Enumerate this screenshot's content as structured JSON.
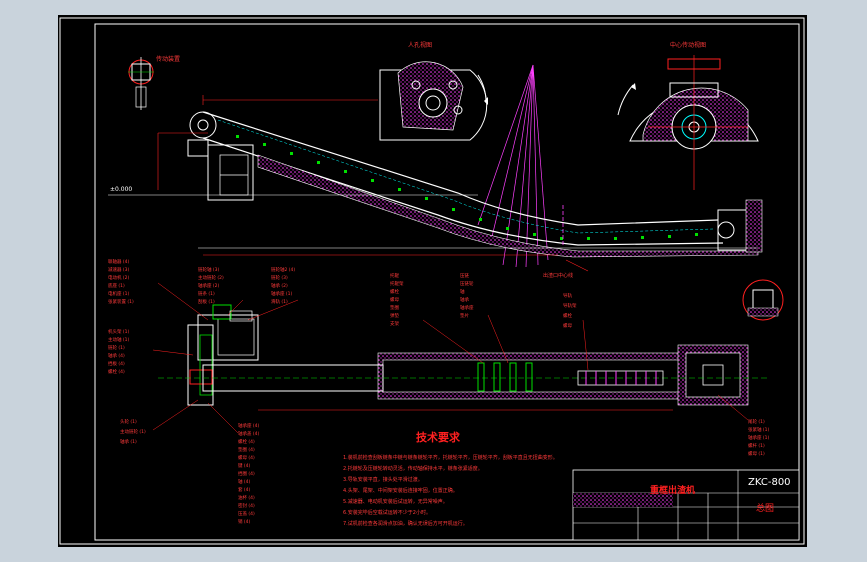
{
  "drawing": {
    "title_block": {
      "code": "ZKC-800",
      "name": "重框出渣机",
      "sheet": "总图"
    },
    "tech_requirements": {
      "heading": "技术要求",
      "items": [
        "1.装机前检查刮板链条中链与链条链轮平齐，托链轮平齐，压链轮平齐，刮板平直且无扭曲变形。",
        "2.托链轮及压链轮转动灵活，传动轴保持水平，链条张紧适度。",
        "3.导轨安装平直，接头处平滑过渡。",
        "4.头架、尾架、中间架安装后连接牢固，位置正确。",
        "5.减速器、电动机安装后试运转，无异常噪声。",
        "6.安装完毕后空载试运转不少于2小时。",
        "7.试机前检查各润滑点加油，确认无误后方可开机运行。"
      ]
    },
    "view_labels": {
      "left_detail": "人孔视图",
      "right_detail": "中心传动视图",
      "small_top_left": "传动装置"
    },
    "dimensions": {
      "elevation": "±0.000",
      "note_bottom": "出渣口中心线"
    },
    "parts_upper_left": [
      "联轴器 (4)",
      "减速器 (3)",
      "电动机 (2)",
      "底座 (1)",
      "电机座 (1)",
      "张紧装置 (1)"
    ],
    "parts_upper_mid": [
      "链轮轴 (3)",
      "主动链轮 (2)",
      "轴承座 (2)",
      "链条 (1)",
      "刮板 (1)"
    ],
    "parts_upper_right": [
      "链轮轴2 (4)",
      "链轮 (3)",
      "轴承 (2)",
      "轴承座 (1)",
      "滑轨 (1)"
    ],
    "parts_left_mid": [
      "机头架 (1)",
      "主动轴 (1)",
      "链轮 (1)",
      "轴承 (4)",
      "挡板 (4)",
      "螺栓 (4)"
    ],
    "parts_left_low": [
      "头轮 (1)",
      "主动链轮 (1)",
      "轴承 (1)"
    ],
    "parts_bottom_mid": [
      "轴承座 (4)",
      "轴承盖 (4)",
      "螺栓 (4)",
      "垫圈 (4)",
      "螺母 (4)",
      "键 (4)",
      "挡圈 (4)",
      "轴 (4)",
      "套 (4)",
      "油杯 (4)",
      "密封 (4)",
      "压盖 (4)",
      "销 (4)"
    ],
    "parts_mid_a": [
      "托辊",
      "托辊架",
      "螺栓",
      "螺母",
      "垫圈",
      "弹垫",
      "支架"
    ],
    "parts_mid_b": [
      "压链",
      "压链轮",
      "轴",
      "轴承",
      "轴承座",
      "垫片"
    ],
    "parts_mid_c": [
      "导轨",
      "导轨架",
      "螺栓",
      "螺母"
    ],
    "parts_right": [
      "尾轮 (1)",
      "张紧轴 (1)",
      "轴承座 (1)",
      "螺杆 (1)",
      "螺母 (1)"
    ],
    "colors": {
      "outline": "#ffffff",
      "red": "#ff2020",
      "magenta": "#ff40ff",
      "green": "#00e000",
      "cyan": "#00ffff",
      "yellow": "#ffff00"
    }
  }
}
